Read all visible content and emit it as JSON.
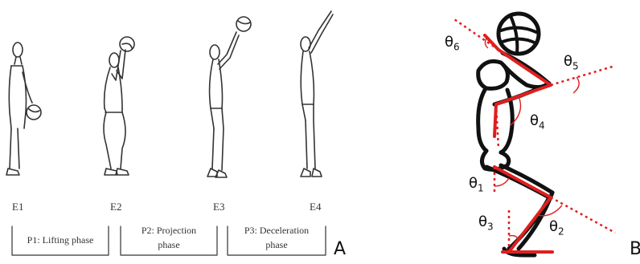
{
  "panel_a": {
    "letter": "A",
    "stages": [
      "E1",
      "E2",
      "E3",
      "E4"
    ],
    "phases": [
      {
        "line1": "P1: Lifting phase",
        "line2": ""
      },
      {
        "line1": "P2: Projection",
        "line2": "phase"
      },
      {
        "line1": "P3: Deceleration",
        "line2": "phase"
      }
    ]
  },
  "panel_b": {
    "letter": "B",
    "angles": [
      {
        "symbol": "θ",
        "index": "6"
      },
      {
        "symbol": "θ",
        "index": "5"
      },
      {
        "symbol": "θ",
        "index": "4"
      },
      {
        "symbol": "θ",
        "index": "1"
      },
      {
        "symbol": "θ",
        "index": "3"
      },
      {
        "symbol": "θ",
        "index": "2"
      }
    ],
    "colors": {
      "segment": "#e01f1f",
      "outline": "#111111"
    }
  }
}
